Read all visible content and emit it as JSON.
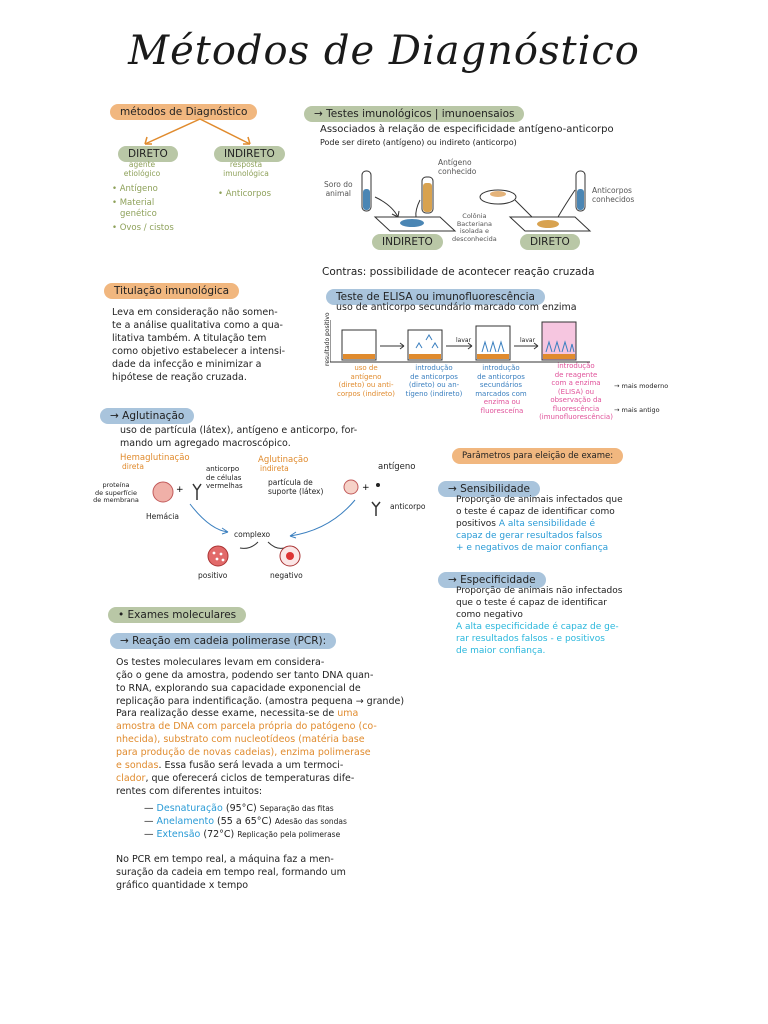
{
  "title": "Métodos de Diagnóstico",
  "left": {
    "header": "métodos de Diagnóstico",
    "direto": {
      "label": "DIRETO",
      "sub": [
        "agente",
        "etiológico"
      ],
      "items": [
        "• Antígeno",
        "• Material",
        "genético",
        "• Ovos / cistos"
      ]
    },
    "indireto": {
      "label": "INDIRETO",
      "sub": [
        "resposta",
        "imunológica"
      ],
      "items": [
        "• Anticorpos"
      ]
    }
  },
  "imuno": {
    "header": "→ Testes imunológicos | imunoensaios",
    "line1": "Associados à relação de especificidade antígeno-anticorpo",
    "line2": "Pode ser direto (antígeno) ou indireto (anticorpo)",
    "labels": {
      "soro": [
        "Soro do",
        "animal"
      ],
      "antigeno_conhecido": [
        "Antígeno",
        "conhecido"
      ],
      "colonia": [
        "Colônia",
        "Bacteriana",
        "isolada e",
        "desconhecida"
      ],
      "anticorpos_conhecidos": [
        "Anticorpos",
        "conhecidos"
      ],
      "indireto": "INDIRETO",
      "direto": "DIRETO"
    },
    "contras": "Contras: possibilidade de acontecer reação cruzada"
  },
  "titulacao": {
    "header": "Titulação imunológica",
    "lines": [
      "Leva em consideração não somen-",
      "te a análise qualitativa como a qua-",
      "litativa também. A titulação tem",
      "como objetivo estabelecer a intensi-",
      "dade da infecção e minimizar a",
      "hipótese de reação cruzada."
    ]
  },
  "elisa": {
    "header": "Teste de ELISA ou imunofluorescência",
    "line": "uso de anticorpo secundário marcado com enzima",
    "ylabel": "resultado positivo",
    "lavar": "lavar",
    "steps": [
      [
        "uso de",
        "antígeno",
        "(direto) ou anti-",
        "corpos (indireto)"
      ],
      [
        "introdução",
        "de anticorpos",
        "(direto) ou an-",
        "tígeno (indireto)"
      ],
      [
        "introdução",
        "de anticorpos",
        "secundários",
        "marcados com"
      ],
      [
        "introdução",
        "de reagente",
        "com a enzima",
        "(ELISA) ou",
        "observação da",
        "fluorescência",
        "(imunofluorescência)"
      ]
    ],
    "enzima": [
      "enzima ou",
      "fluoresceína"
    ],
    "mais_moderno": "→ mais moderno",
    "mais_antigo": "→ mais antigo"
  },
  "aglutinacao": {
    "header": "→ Aglutinação",
    "lines": [
      "uso de partícula (látex), antígeno e anticorpo, for-",
      "mando um agregado macroscópico."
    ],
    "hema": "Hemaglutinação",
    "hema_sub": "direta",
    "aglut_ind": "Aglutinação",
    "aglut_ind_sub": "indireta",
    "proteina": [
      "proteína",
      "de superfície",
      "de membrana"
    ],
    "hemacia": "Hemácia",
    "anticorpo_celulas": [
      "anticorpo",
      "de células",
      "vermelhas"
    ],
    "particula": [
      "partícula de",
      "suporte (látex)"
    ],
    "antigeno": "antígeno",
    "anticorpo": "anticorpo",
    "complexo": "complexo",
    "positivo": "positivo",
    "negativo": "negativo"
  },
  "parametros": {
    "header": "Parâmetros para eleição de exame:",
    "sens": {
      "label": "→ Sensibilidade",
      "lines": [
        "Proporção de animais infectados que",
        "o teste é capaz de identificar como",
        "positivos"
      ],
      "blue": [
        "A alta sensibilidade é",
        "capaz de gerar resultados falsos",
        "+ e negativos de maior confiança"
      ]
    },
    "esp": {
      "label": "→ Especificidade",
      "lines": [
        "Proporção de animais não infectados",
        "que o teste é capaz de identificar",
        "como negativo"
      ],
      "cyan": [
        "A alta especificidade é capaz de ge-",
        "rar resultados falsos - e positivos",
        "de maior confiança."
      ]
    }
  },
  "moleculares": {
    "header": "• Exames moleculares",
    "pcr": "→ Reação em cadeia polimerase (PCR):",
    "p1": [
      "Os testes moleculares levam em considera-",
      "ção o gene da amostra, podendo ser tanto DNA quan-",
      "to RNA, explorando sua capacidade exponencial de",
      "replicação para indentificação. (amostra pequena → grande)"
    ],
    "p2": [
      [
        "Para realização desse exame, necessita-se de ",
        "uma"
      ],
      [
        "amostra de DNA com parcela própria do patógeno (co-",
        ""
      ],
      [
        "nhecida), substrato com nucleotídeos (matéria base",
        ""
      ],
      [
        "para produção de novas cadeias), enzima polimerase",
        ""
      ],
      [
        "e sondas",
        ". Essa fusão será levada a um termoci-"
      ],
      [
        "clador",
        ", que oferecerá ciclos de temperaturas dife-"
      ],
      [
        "rentes com diferentes intuitos:",
        ""
      ]
    ],
    "steps": [
      {
        "name": "Desnaturação",
        "temp": "(95°C)",
        "desc": "Separação das fitas"
      },
      {
        "name": "Anelamento",
        "temp": "(55 a 65°C)",
        "desc": "Adesão das sondas"
      },
      {
        "name": "Extensão",
        "temp": "(72°C)",
        "desc": "Replicação pela polimerase"
      }
    ],
    "p3": [
      "No PCR em tempo real, a máquina faz a men-",
      "suração da cadeia em tempo real, formando um",
      "gráfico quantidade x tempo"
    ]
  },
  "colors": {
    "orange": "#f1b77f",
    "green": "#b9c7a6",
    "blue": "#a9c4dc",
    "pink": "#e0529a",
    "cyan": "#2ab7dc",
    "olive": "#8ea15a"
  }
}
